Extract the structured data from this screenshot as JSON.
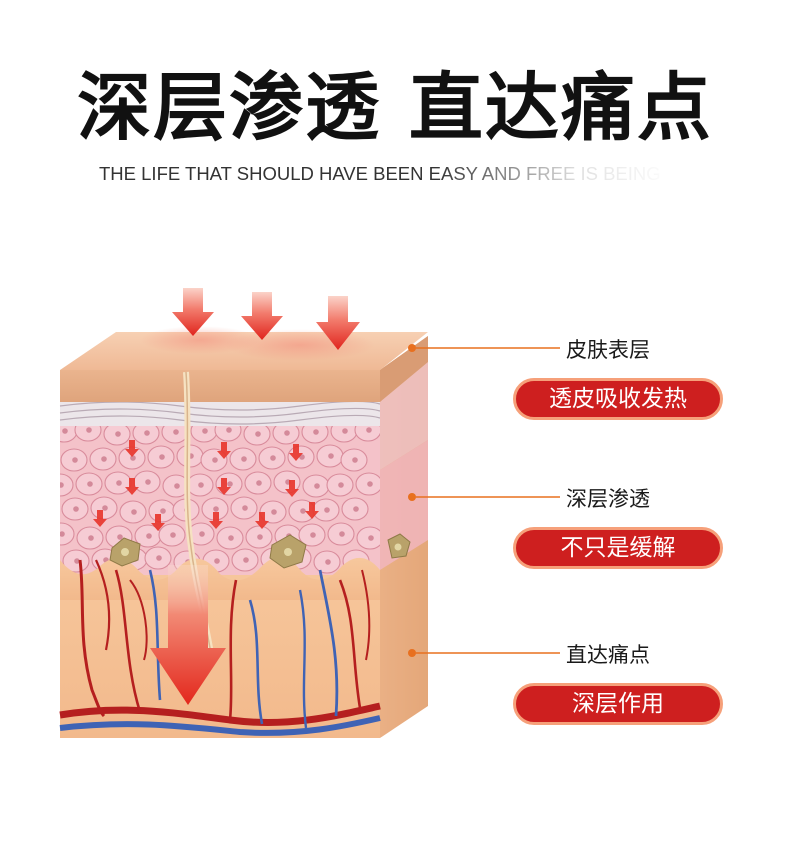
{
  "header": {
    "title": "深层渗透 直达痛点",
    "subtitle": "THE LIFE THAT SHOULD HAVE BEEN EASY AND FREE IS BEING"
  },
  "callouts": [
    {
      "label": "皮肤表层",
      "badge": "透皮吸收发热"
    },
    {
      "label": "深层渗透",
      "badge": "不只是缓解"
    },
    {
      "label": "直达痛点",
      "badge": "深层作用"
    }
  ],
  "colors": {
    "badge_fill": "#ce1f1f",
    "badge_border": "#f6a07a",
    "leader_line": "#e8701f",
    "arrow_red": "#e23a3a",
    "artery": "#b01e1e",
    "vein": "#3f63b5",
    "dermis": "#f5c49a",
    "epidermis_cells": "#f3b8c4"
  }
}
